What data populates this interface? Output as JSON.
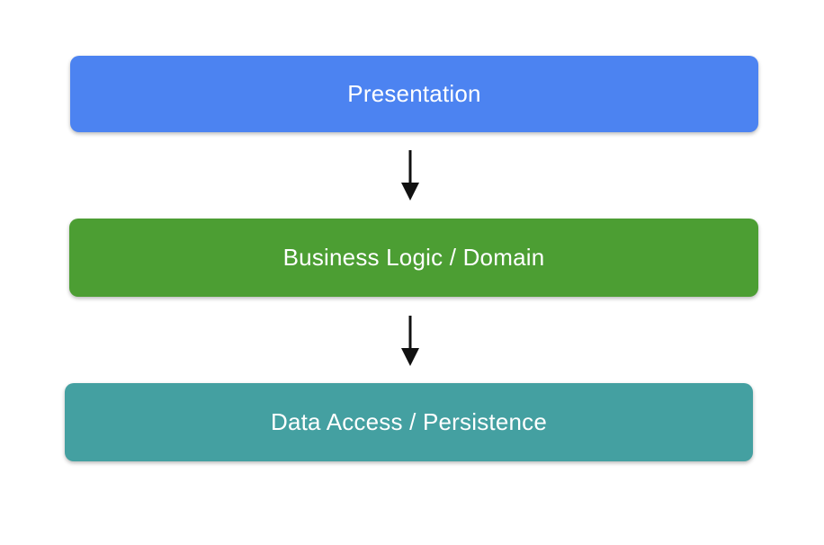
{
  "diagram": {
    "layers": [
      {
        "label": "Presentation",
        "color": "#4C83F1"
      },
      {
        "label": "Business Logic / Domain",
        "color": "#4C9E33"
      },
      {
        "label": "Data Access / Persistence",
        "color": "#44A0A1"
      }
    ],
    "text_color": "#FFFFFF",
    "arrow_color": "#111111",
    "background_color": "#FFFFFF"
  }
}
